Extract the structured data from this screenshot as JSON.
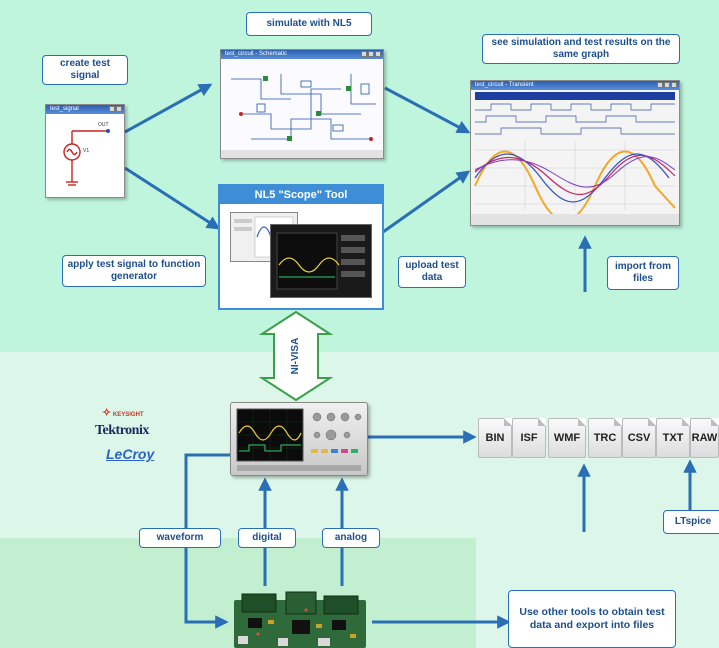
{
  "labels": {
    "create_test_signal": "create test signal",
    "simulate": "simulate with NL5",
    "see_results": "see simulation and test results on the same graph",
    "apply_signal": "apply test signal to function generator",
    "upload": "upload test data",
    "import": "import from files",
    "waveform": "waveform",
    "digital": "digital",
    "analog": "analog",
    "ltspice": "LTspice",
    "other_tools": "Use other tools to obtain test data and export into files"
  },
  "scope_tool": {
    "title": "NL5 \"Scope\" Tool"
  },
  "nivisa": "NI-VISA",
  "files": [
    "BIN",
    "ISF",
    "WMF",
    "TRC",
    "CSV",
    "TXT",
    "RAW"
  ],
  "brands": {
    "keysight": "KEYSIGHT",
    "tektronix": "Tektronix",
    "lecroy": "LeCroy"
  },
  "colors": {
    "top_band": "#bff5dd",
    "mid_band": "#d8f6e6",
    "bottom_band": "#c4f0d2",
    "arrow": "#2a6fb6",
    "label_text": "#1d4f8c"
  }
}
